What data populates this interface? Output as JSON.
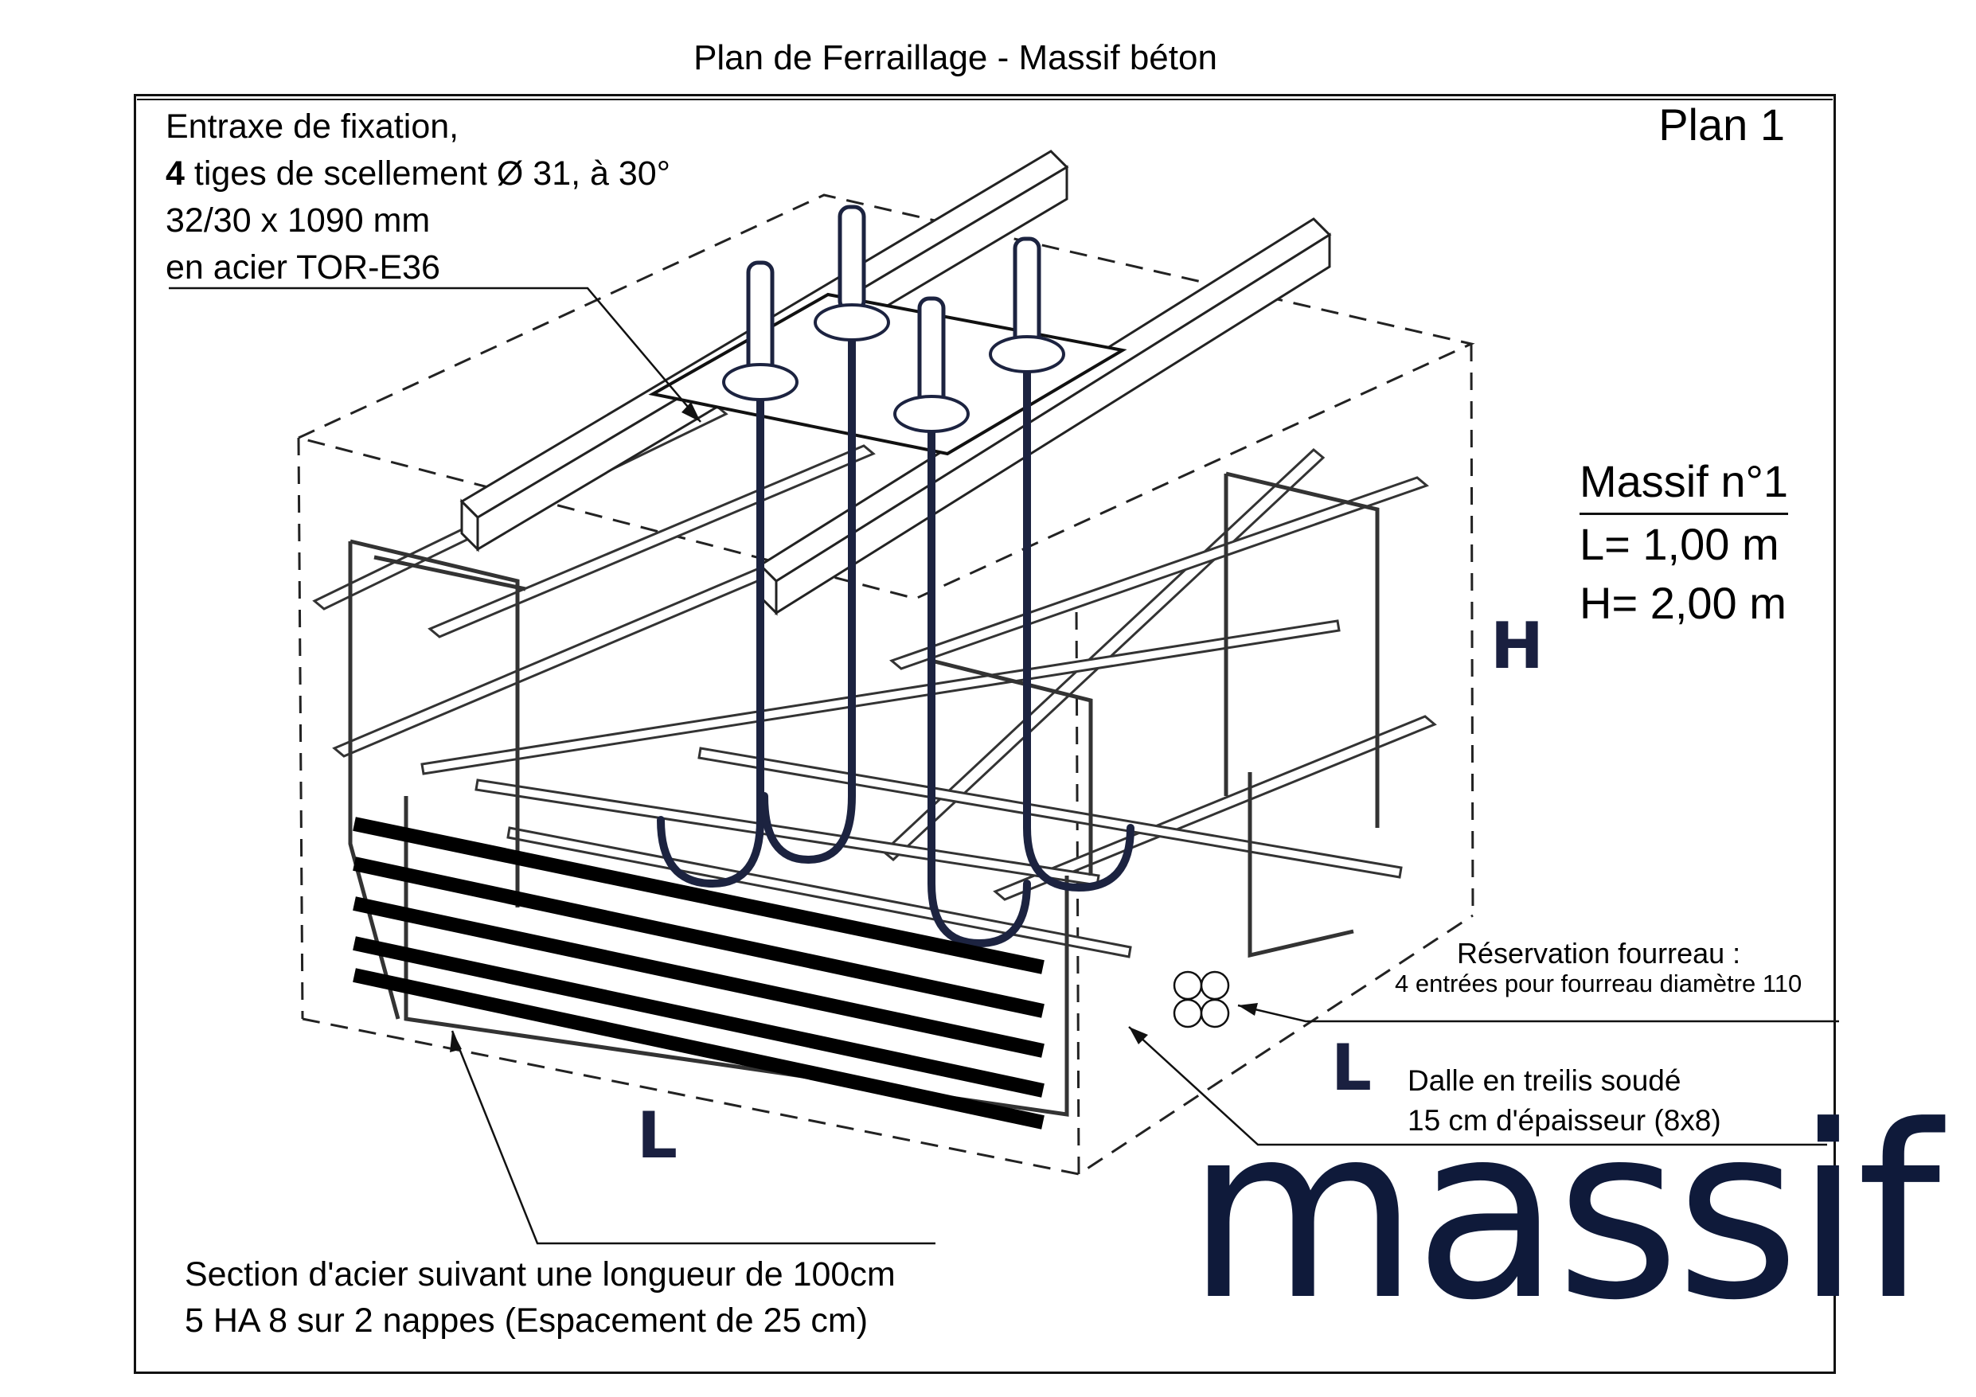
{
  "title": "Plan de Ferraillage - Massif béton",
  "plan_label": "Plan 1",
  "fixation": {
    "line1": "Entraxe de fixation,",
    "line2_bold": "4",
    "line2_rest": " tiges de scellement Ø 31, à 30°",
    "line3": "32/30 x 1090 mm",
    "line4": "en acier TOR-E36"
  },
  "massif": {
    "heading": "Massif n°1",
    "length": "L= 1,00 m",
    "height": "H= 2,00 m"
  },
  "dimension_labels": {
    "h": "H",
    "l_front": "L",
    "l_side": "L"
  },
  "reservation": {
    "line1": "Réservation fourreau :",
    "line2": "4 entrées pour fourreau diamètre 110"
  },
  "dalle": {
    "line1": "Dalle en treilis soudé",
    "line2": "15 cm d'épaisseur (8x8)"
  },
  "section": {
    "line1": "Section d'acier suivant une longueur de 100cm",
    "line2": "5 HA 8 sur 2 nappes (Espacement de 25 cm)"
  },
  "logo_word": "massif",
  "colors": {
    "ink": "#111111",
    "steel": "#2a2f4a",
    "logo": "#0f1a3a"
  }
}
